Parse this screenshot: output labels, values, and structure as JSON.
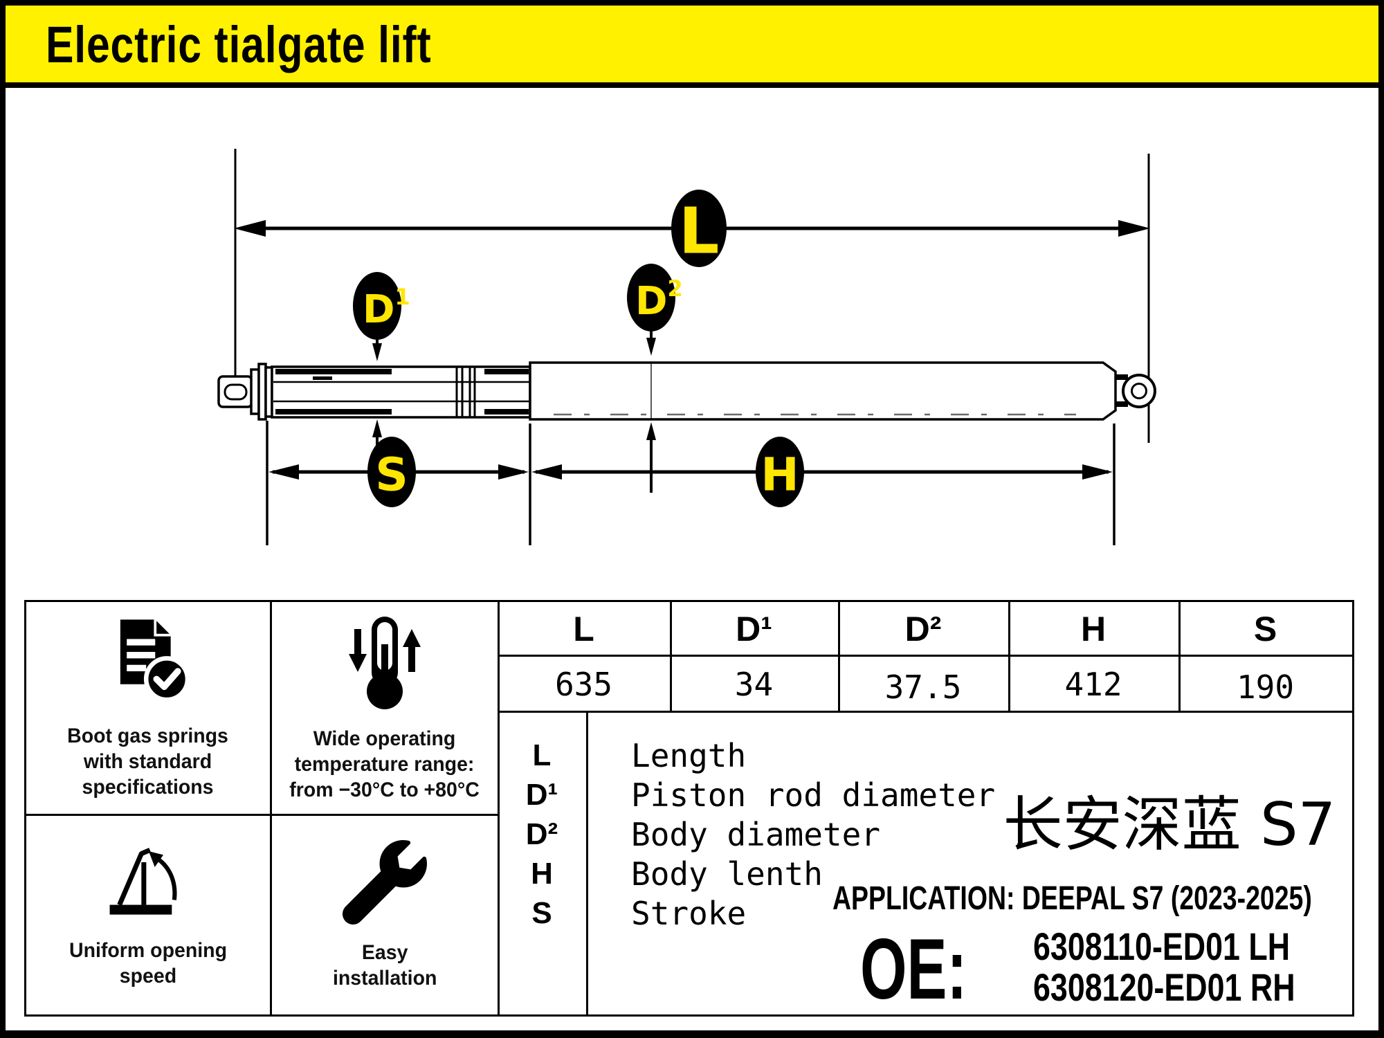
{
  "title": "Electric tialgate lift",
  "colors": {
    "band_yellow": "#FFF100",
    "label_yellow": "#FFE600"
  },
  "drawing": {
    "labels": {
      "l": "L",
      "d_base": "D",
      "d1_sup": "1",
      "d2_sup": "2",
      "h": "H",
      "s": "S"
    }
  },
  "features": [
    {
      "icon": "document-check-icon",
      "text": "Boot gas springs\nwith standard\nspecifications"
    },
    {
      "icon": "thermometer-range-icon",
      "text": "Wide operating\ntemperature range:\nfrom −30°C to +80°C"
    },
    {
      "icon": "tailgate-opening-icon",
      "text": "Uniform opening\nspeed"
    },
    {
      "icon": "wrench-icon",
      "text": "Easy\ninstallation"
    }
  ],
  "spec_table": {
    "columns": [
      "L",
      "D¹",
      "D²",
      "H",
      "S"
    ],
    "values": [
      "635",
      "34",
      "37.5",
      "412",
      "190"
    ]
  },
  "legend": {
    "rows": [
      {
        "symbol": "L",
        "description": "Length"
      },
      {
        "symbol": "D¹",
        "description": "Piston rod diameter"
      },
      {
        "symbol": "D²",
        "description": "Body diameter"
      },
      {
        "symbol": "H",
        "description": "Body lenth"
      },
      {
        "symbol": "S",
        "description": "Stroke"
      }
    ]
  },
  "info": {
    "model_cn": "长安深蓝 S7",
    "application": "APPLICATION: DEEPAL S7 (2023-2025)",
    "oe_label": "OE:",
    "oe_numbers": [
      "6308110-ED01 LH",
      "6308120-ED01 RH"
    ]
  }
}
